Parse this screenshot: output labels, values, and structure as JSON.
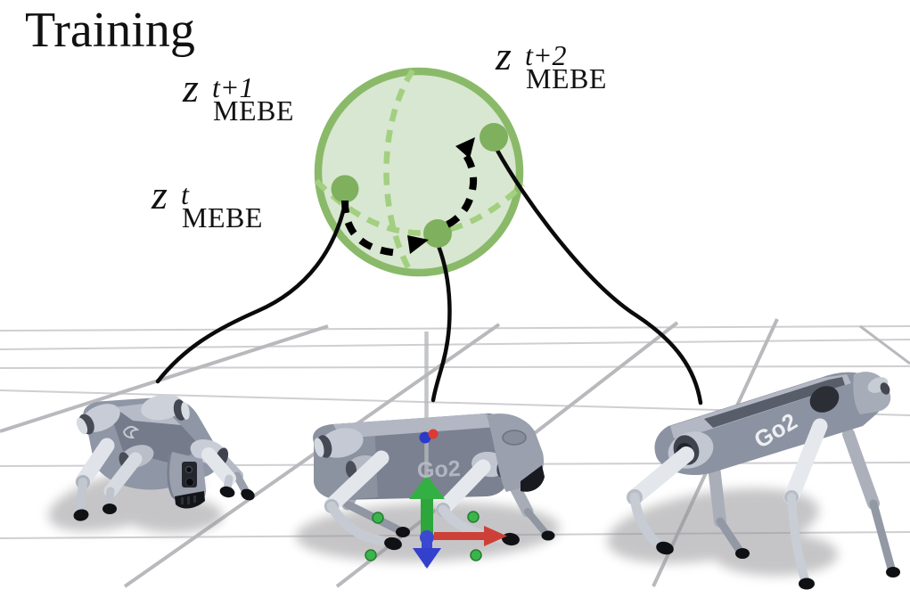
{
  "figure": {
    "title": "Training"
  },
  "latent_space": {
    "points": [
      {
        "base": "z",
        "sup": "t",
        "sub": "MEBE"
      },
      {
        "base": "z",
        "sup": "t+1",
        "sub": "MEBE"
      },
      {
        "base": "z",
        "sup": "t+2",
        "sub": "MEBE"
      }
    ],
    "colors": {
      "sphere_fill": "#d8e7d1",
      "sphere_border": "#8aba69",
      "grid_dashes": "#a3cf80",
      "points": "#7fb05e",
      "transition_arrows": "#000000"
    }
  },
  "simulation": {
    "robots": [
      {
        "position": "left",
        "label": ""
      },
      {
        "position": "middle",
        "label": "Go2"
      },
      {
        "position": "right",
        "label": "Go2"
      }
    ],
    "gizmo": {
      "up_axis": "#2da63c",
      "right_axis": "#cd4038",
      "down_axis": "#3a49cf",
      "contact_markers": "#3bb44b"
    },
    "grid_color": "#c9c9cc"
  }
}
